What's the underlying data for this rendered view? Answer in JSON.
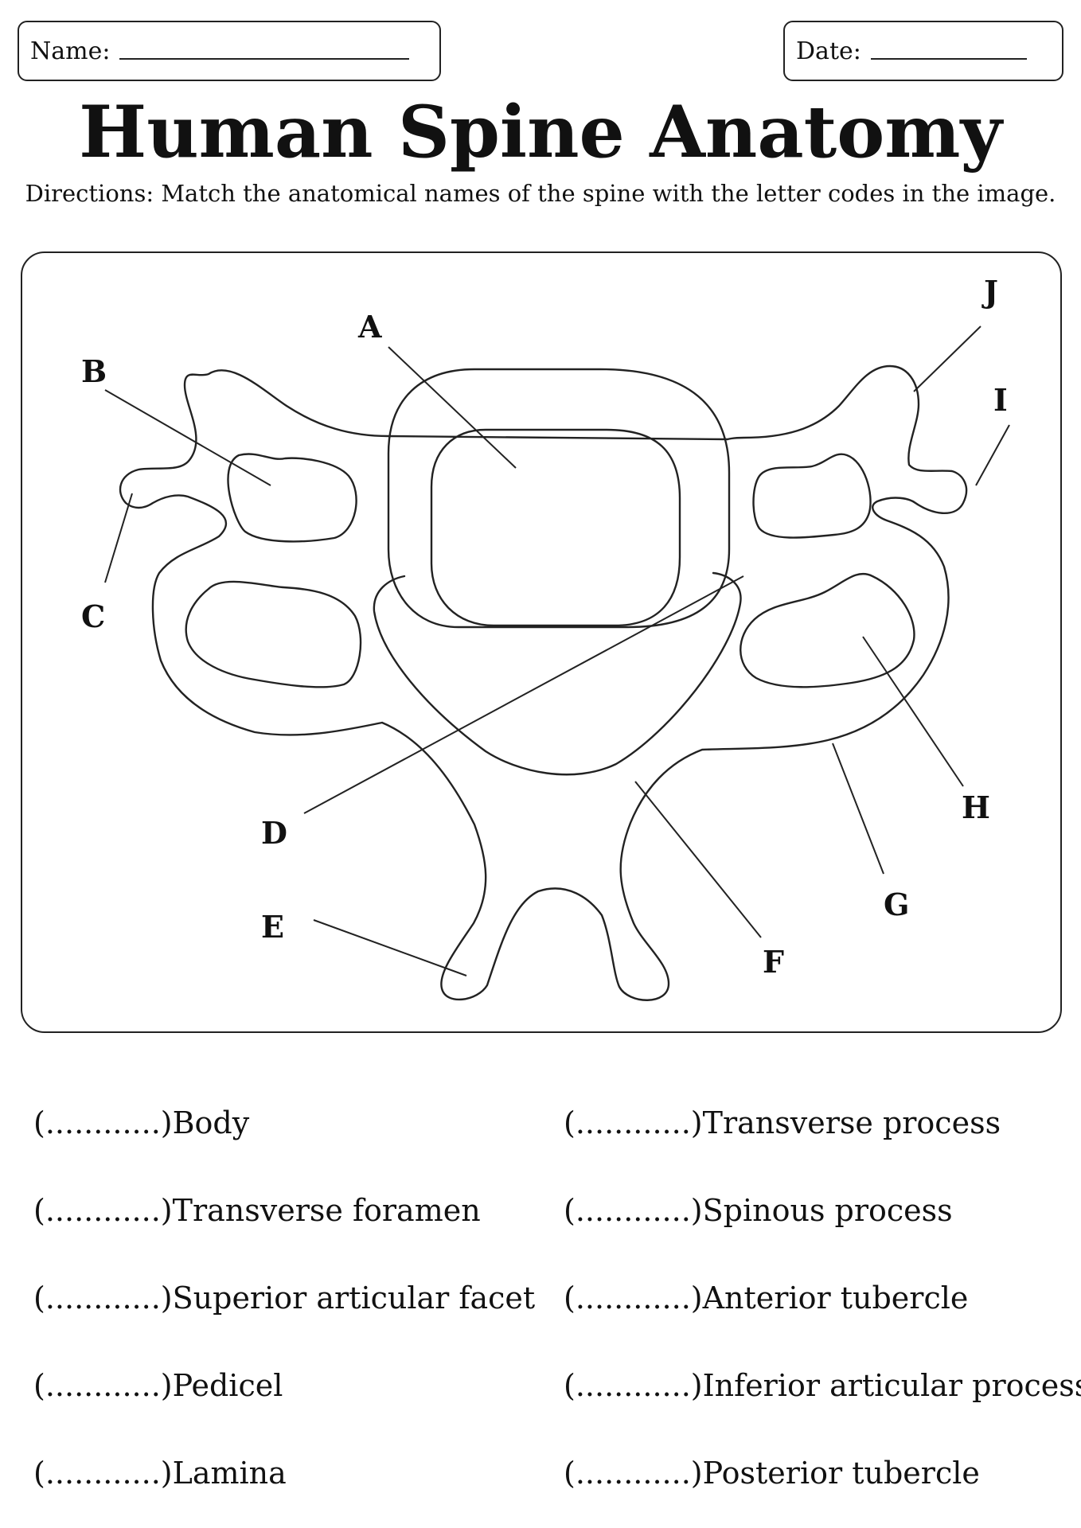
{
  "header": {
    "name_label": "Name:",
    "date_label": "Date:"
  },
  "title": "Human Spine Anatomy",
  "directions": "Directions: Match the anatomical names of the spine with the letter codes in the image.",
  "diagram": {
    "labels": [
      "A",
      "B",
      "C",
      "D",
      "E",
      "F",
      "G",
      "H",
      "I",
      "J"
    ]
  },
  "answers": {
    "blank": "(............)",
    "left": [
      "Body",
      "Transverse foramen",
      "Superior articular facet",
      "Pedicel",
      "Lamina"
    ],
    "right": [
      "Transverse process",
      "Spinous process",
      "Anterior tubercle",
      "Inferior articular process",
      "Posterior tubercle"
    ]
  }
}
